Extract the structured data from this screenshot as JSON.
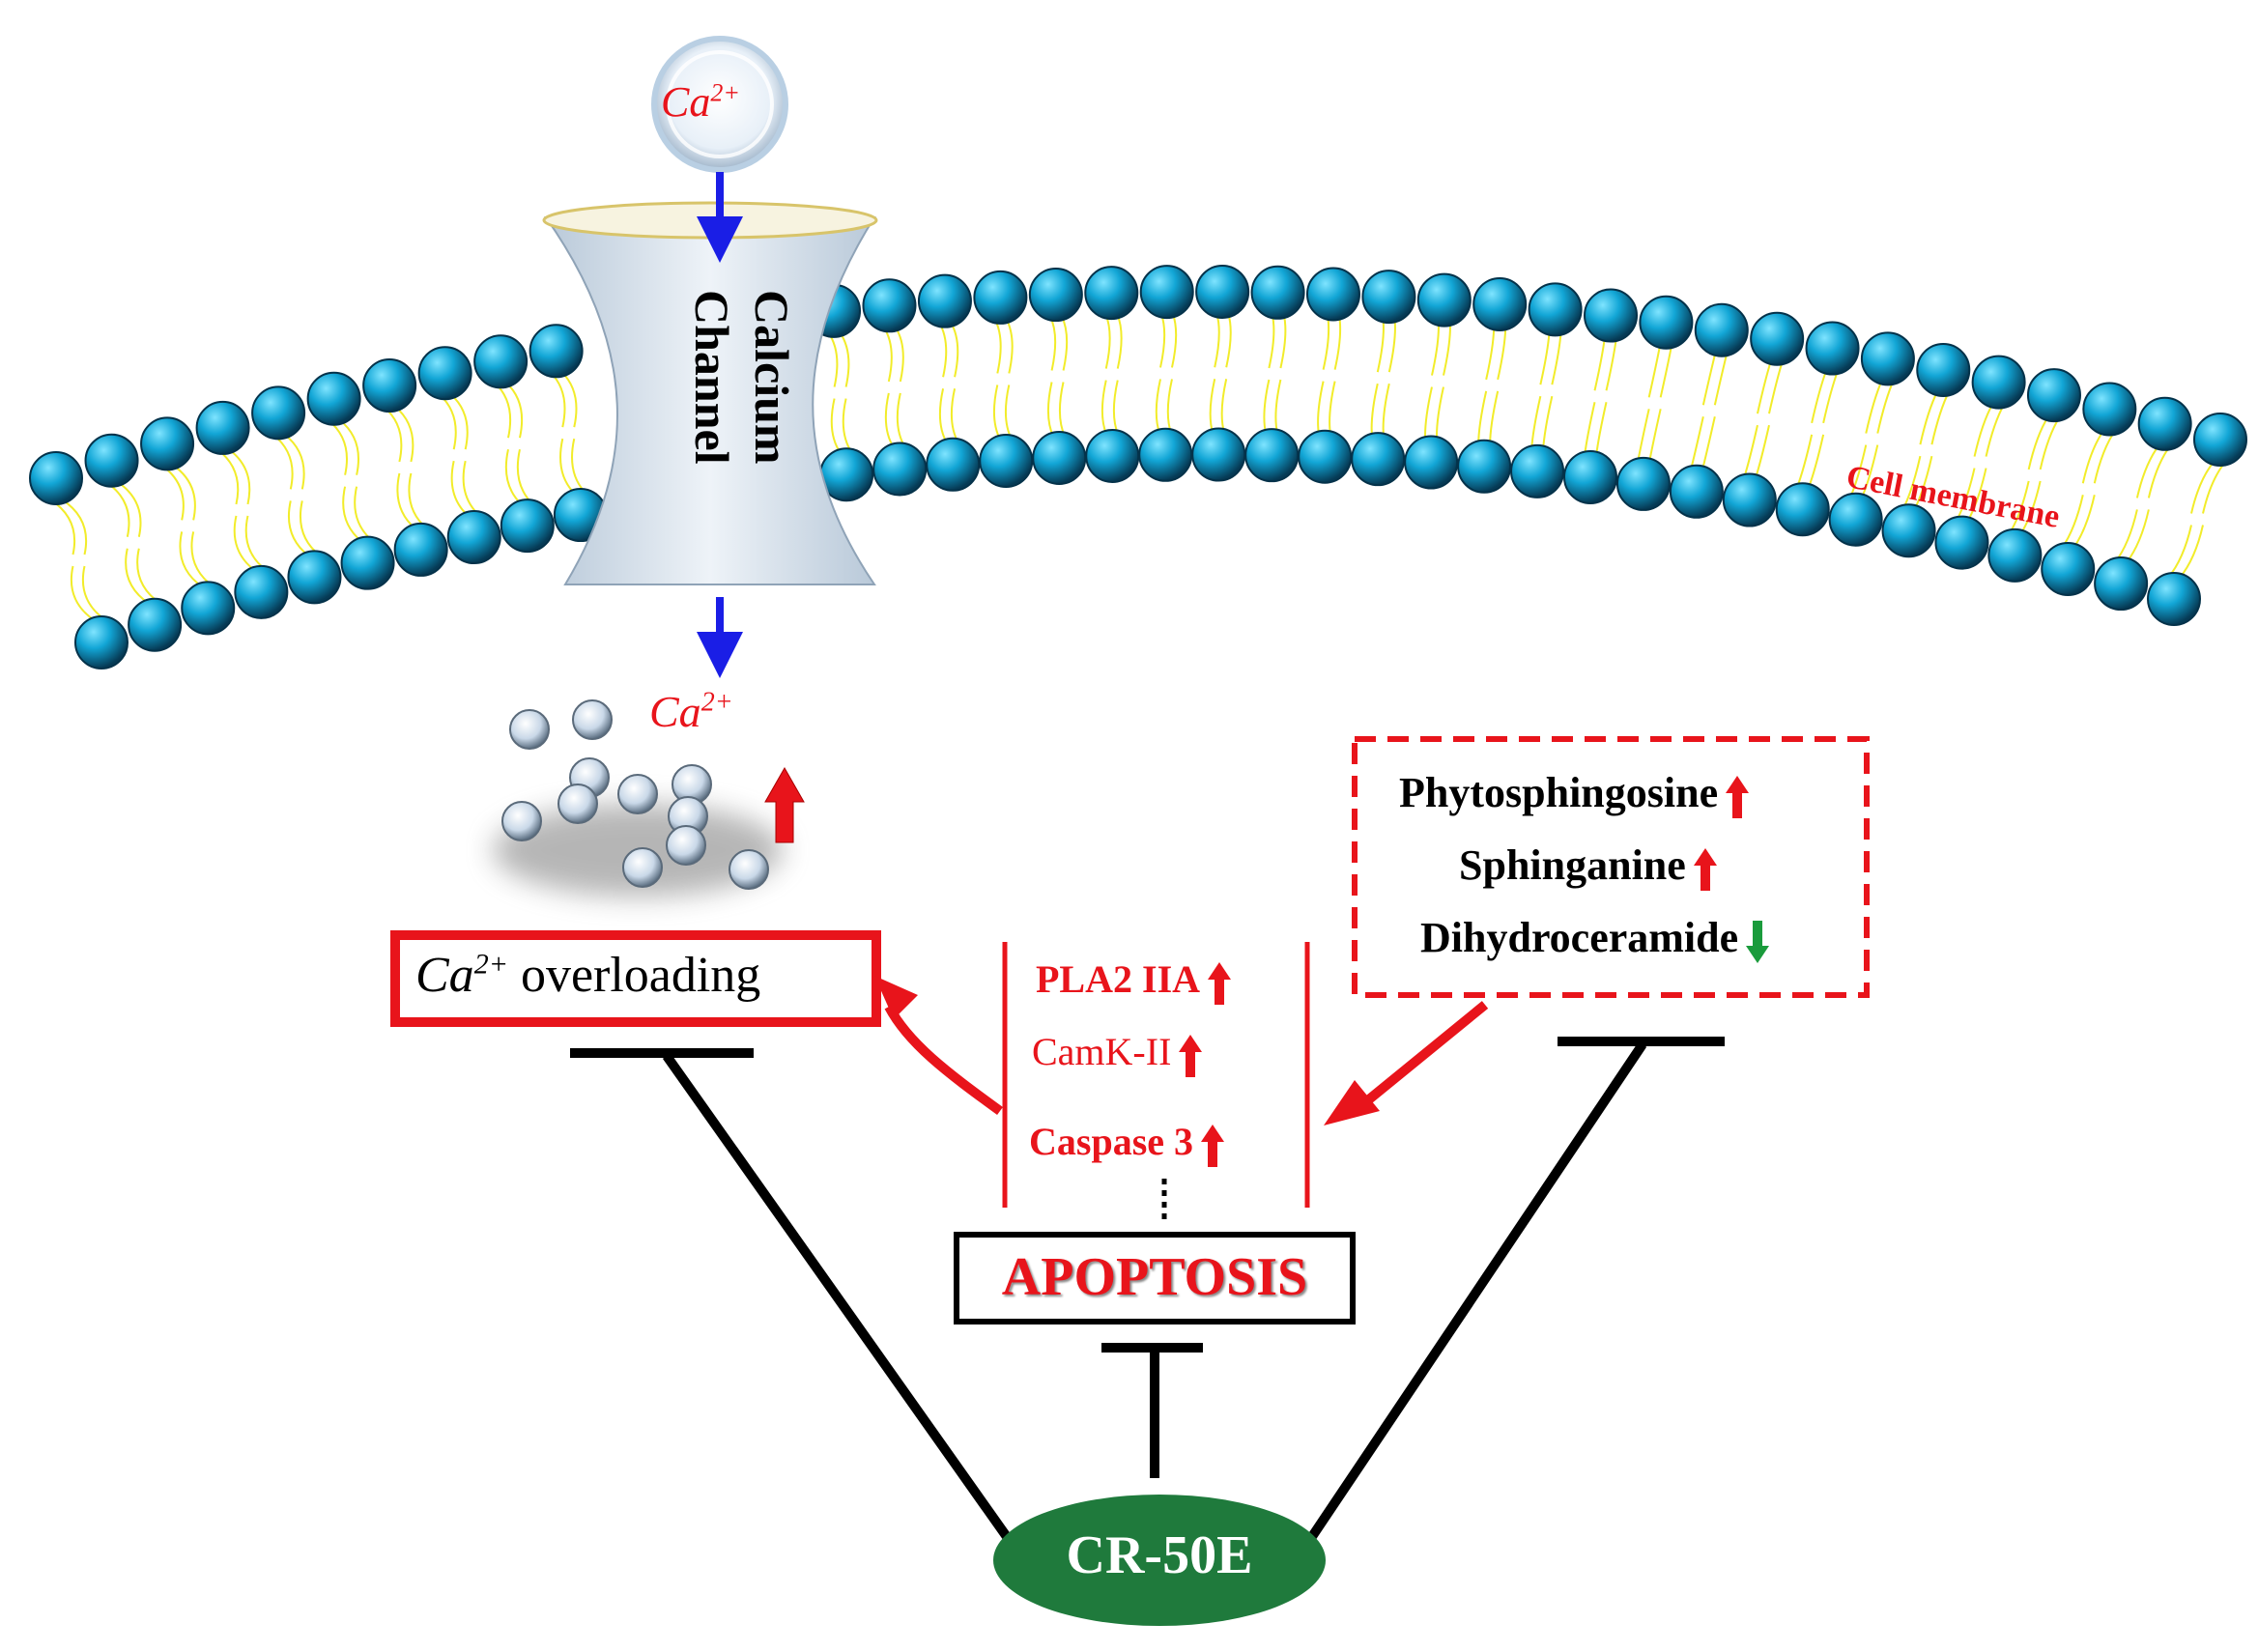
{
  "ion": {
    "top_label": "Ca",
    "top_sup": "2+",
    "inner_label": "Ca",
    "inner_sup": "2+"
  },
  "channel": {
    "line1": "Calcium",
    "line2": "Channel"
  },
  "membrane": {
    "label": "Cell membrane"
  },
  "overloading": {
    "prefix": "Ca",
    "sup": "2+",
    "suffix": "overloading"
  },
  "markers": {
    "items": [
      {
        "label": "PLA2 IIA",
        "direction": "up"
      },
      {
        "label": "CamK-II",
        "direction": "up"
      },
      {
        "label": "Caspase 3",
        "direction": "up"
      }
    ]
  },
  "sphingolipids": {
    "items": [
      {
        "label": "Phytosphingosine",
        "direction": "up"
      },
      {
        "label": "Sphinganine",
        "direction": "up"
      },
      {
        "label": "Dihydroceramide",
        "direction": "down"
      }
    ]
  },
  "apoptosis": {
    "label": "APOPTOSIS"
  },
  "compound": {
    "label": "CR-50E"
  },
  "colors": {
    "head": "#12a6d6",
    "tail": "#f2ec2a",
    "red": "#e8141b",
    "blue": "#1a1ee6",
    "green_ellipse": "#1f7a3c",
    "green_arrow": "#1a9b3c"
  },
  "icons": [
    "ion-sphere-icon",
    "arrow-up-icon",
    "arrow-down-icon",
    "inhibition-bar-icon"
  ]
}
